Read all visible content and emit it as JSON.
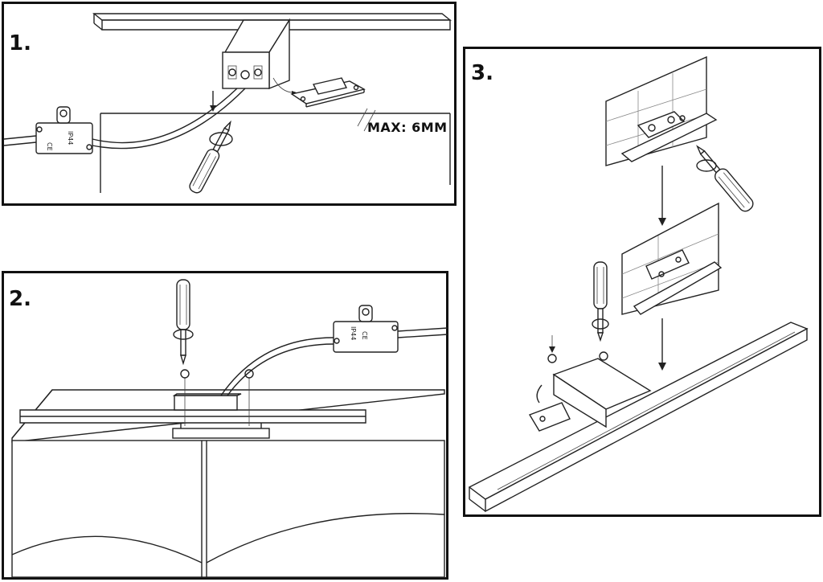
{
  "steps": [
    {
      "number": "1.",
      "measurement": "MAX: 6MM"
    },
    {
      "number": "2."
    },
    {
      "number": "3."
    }
  ],
  "labels": {
    "driver_text_a": "IP44",
    "driver_text_b": "CE"
  }
}
